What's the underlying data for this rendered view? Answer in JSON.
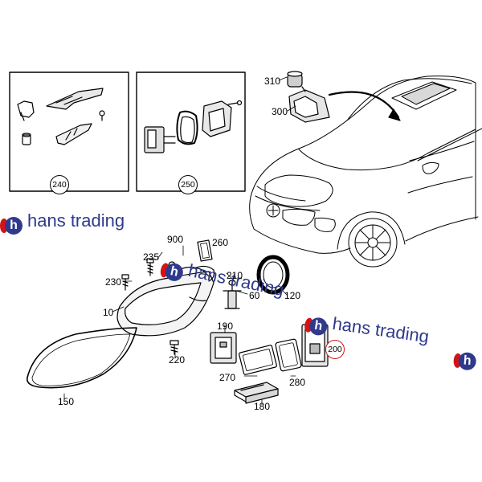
{
  "watermark": {
    "text": "hans trading",
    "logo": "h",
    "logo_color": "#d41414",
    "text_color": "#2f3a8c"
  },
  "parts": [
    {
      "id": "p240",
      "num": "240",
      "circled": true
    },
    {
      "id": "p250",
      "num": "250",
      "circled": true
    },
    {
      "id": "p310",
      "num": "310",
      "circled": false
    },
    {
      "id": "p300",
      "num": "300",
      "circled": false
    },
    {
      "id": "p900",
      "num": "900",
      "circled": false
    },
    {
      "id": "p260",
      "num": "260",
      "circled": false
    },
    {
      "id": "p235",
      "num": "235",
      "circled": false
    },
    {
      "id": "p230",
      "num": "230",
      "circled": false
    },
    {
      "id": "p210",
      "num": "210",
      "circled": false
    },
    {
      "id": "p60",
      "num": "60",
      "circled": false
    },
    {
      "id": "p120",
      "num": "120",
      "circled": false
    },
    {
      "id": "p10",
      "num": "10",
      "circled": false
    },
    {
      "id": "p190",
      "num": "190",
      "circled": false
    },
    {
      "id": "p200",
      "num": "200",
      "circled": true,
      "highlight": "#d41414"
    },
    {
      "id": "p220",
      "num": "220",
      "circled": false
    },
    {
      "id": "p270",
      "num": "270",
      "circled": false
    },
    {
      "id": "p280",
      "num": "280",
      "circled": false
    },
    {
      "id": "p150",
      "num": "150",
      "circled": false
    },
    {
      "id": "p180",
      "num": "180",
      "circled": false
    }
  ]
}
